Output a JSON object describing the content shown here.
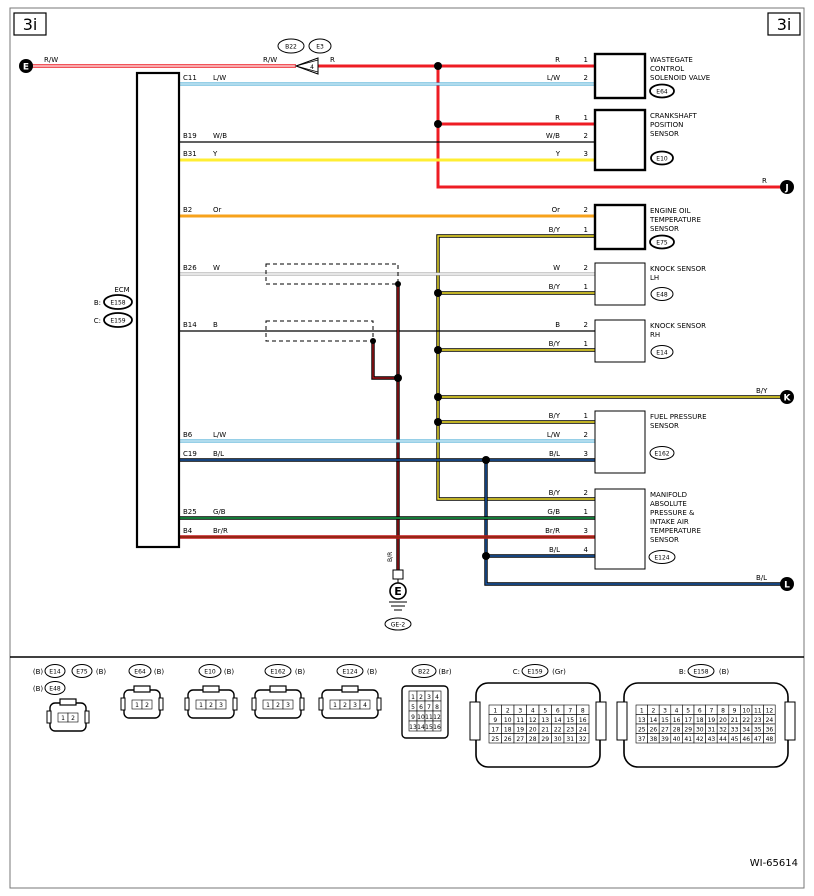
{
  "page": {
    "section_left": "3i",
    "section_right": "3i",
    "footer_code": "WI-65614"
  },
  "ecm": {
    "title": "ECM",
    "conn_b_prefix": "B:",
    "conn_b": "E158",
    "conn_c_prefix": "C:",
    "conn_c": "E159"
  },
  "colors": {
    "R": "#ee1c24",
    "L": "#1d5aa8",
    "LW": "#8fd3ef",
    "Y": "#ffee33",
    "Or": "#f7a21b",
    "G": "#1aa34a",
    "Br": "#8b2a12",
    "black": "#000000"
  },
  "feed": {
    "letter": "E",
    "wire_left": "R/W",
    "wire_mid": "R/W",
    "wire_right": "R",
    "conn_a": "B22",
    "conn_b": "E3",
    "pin": "4"
  },
  "off_j": {
    "letter": "J",
    "wire": "R"
  },
  "off_k": {
    "letter": "K",
    "wire": "B/Y"
  },
  "off_l": {
    "letter": "L",
    "wire": "B/L"
  },
  "ecm_pins": [
    {
      "pin": "C11",
      "wire": "L/W"
    },
    {
      "pin": "B19",
      "wire": "W/B"
    },
    {
      "pin": "B31",
      "wire": "Y"
    },
    {
      "pin": "B2",
      "wire": "Or"
    },
    {
      "pin": "B26",
      "wire": "W"
    },
    {
      "pin": "B14",
      "wire": "B"
    },
    {
      "pin": "B6",
      "wire": "L/W"
    },
    {
      "pin": "C19",
      "wire": "B/L"
    },
    {
      "pin": "B25",
      "wire": "G/B"
    },
    {
      "pin": "B4",
      "wire": "Br/R"
    }
  ],
  "sensors": {
    "wastegate": {
      "name_1": "WASTEGATE",
      "name_2": "CONTROL",
      "name_3": "SOLENOID VALVE",
      "conn": "E64",
      "pins": [
        {
          "wire": "R",
          "pin": "1"
        },
        {
          "wire": "L/W",
          "pin": "2"
        }
      ]
    },
    "crank": {
      "name_1": "CRANKSHAFT",
      "name_2": "POSITION",
      "name_3": "SENSOR",
      "conn": "E10",
      "pins": [
        {
          "wire": "R",
          "pin": "1"
        },
        {
          "wire": "W/B",
          "pin": "2"
        },
        {
          "wire": "Y",
          "pin": "3"
        }
      ]
    },
    "oil": {
      "name_1": "ENGINE OIL",
      "name_2": "TEMPERATURE",
      "name_3": "SENSOR",
      "conn": "E75",
      "pins": [
        {
          "wire": "Or",
          "pin": "2"
        },
        {
          "wire": "B/Y",
          "pin": "1"
        }
      ]
    },
    "knock_lh": {
      "name_1": "KNOCK SENSOR",
      "name_2": "LH",
      "conn": "E48",
      "pins": [
        {
          "wire": "W",
          "pin": "2"
        },
        {
          "wire": "B/Y",
          "pin": "1"
        }
      ]
    },
    "knock_rh": {
      "name_1": "KNOCK SENSOR",
      "name_2": "RH",
      "conn": "E14",
      "pins": [
        {
          "wire": "B",
          "pin": "2"
        },
        {
          "wire": "B/Y",
          "pin": "1"
        }
      ]
    },
    "fuel": {
      "name_1": "FUEL PRESSURE",
      "name_2": "SENSOR",
      "conn": "E162",
      "pins": [
        {
          "wire": "B/Y",
          "pin": "1"
        },
        {
          "wire": "L/W",
          "pin": "2"
        },
        {
          "wire": "B/L",
          "pin": "3"
        }
      ]
    },
    "map": {
      "name_1": "MANIFOLD",
      "name_2": "ABSOLUTE",
      "name_3": "PRESSURE &",
      "name_4": "INTAKE AIR",
      "name_5": "TEMPERATURE",
      "name_6": "SENSOR",
      "conn": "E124",
      "pins": [
        {
          "wire": "B/Y",
          "pin": "2"
        },
        {
          "wire": "G/B",
          "pin": "1"
        },
        {
          "wire": "Br/R",
          "pin": "3"
        },
        {
          "wire": "B/L",
          "pin": "4"
        }
      ]
    }
  },
  "ground": {
    "wire": "B/R",
    "symbol": "E",
    "tag": "GE-2"
  },
  "legend": {
    "g1": {
      "a_color": "(B)",
      "a": "E14",
      "b": "E75",
      "b_color": "(B)",
      "c_color": "(B)",
      "c": "E48",
      "pins": [
        "1",
        "2"
      ]
    },
    "g2": {
      "tag": "E64",
      "color": "(B)",
      "pins": [
        "1",
        "2"
      ]
    },
    "g3": {
      "tag": "E10",
      "color": "(B)",
      "pins": [
        "1",
        "2",
        "3"
      ]
    },
    "g4": {
      "tag": "E162",
      "color": "(B)",
      "pins": [
        "1",
        "2",
        "3"
      ]
    },
    "g5": {
      "tag": "E124",
      "color": "(B)",
      "pins": [
        "1",
        "2",
        "3",
        "4"
      ]
    },
    "g6": {
      "tag": "B22",
      "color": "(Br)",
      "rows": [
        [
          "1",
          "2",
          "3",
          "4"
        ],
        [
          "5",
          "6",
          "7",
          "8"
        ],
        [
          "9",
          "10",
          "11",
          "12"
        ],
        [
          "13",
          "14",
          "15",
          "16"
        ]
      ]
    },
    "g7": {
      "prefix": "C:",
      "tag": "E159",
      "color": "(Gr)",
      "rows": [
        [
          "1",
          "2",
          "3",
          "4",
          "5",
          "6",
          "7",
          "8"
        ],
        [
          "9",
          "10",
          "11",
          "12",
          "13",
          "14",
          "15",
          "16"
        ],
        [
          "17",
          "18",
          "19",
          "20",
          "21",
          "22",
          "23",
          "24"
        ],
        [
          "25",
          "26",
          "27",
          "28",
          "29",
          "30",
          "31",
          "32"
        ]
      ]
    },
    "g8": {
      "prefix": "B:",
      "tag": "E158",
      "color": "(B)",
      "rows": [
        [
          "1",
          "2",
          "3",
          "4",
          "5",
          "6",
          "7",
          "8",
          "9",
          "10",
          "11",
          "12"
        ],
        [
          "13",
          "14",
          "15",
          "16",
          "17",
          "18",
          "19",
          "20",
          "21",
          "22",
          "23",
          "24"
        ],
        [
          "25",
          "26",
          "27",
          "28",
          "29",
          "30",
          "31",
          "32",
          "33",
          "34",
          "35",
          "36"
        ],
        [
          "37",
          "38",
          "39",
          "40",
          "41",
          "42",
          "43",
          "44",
          "45",
          "46",
          "47",
          "48"
        ]
      ]
    }
  }
}
